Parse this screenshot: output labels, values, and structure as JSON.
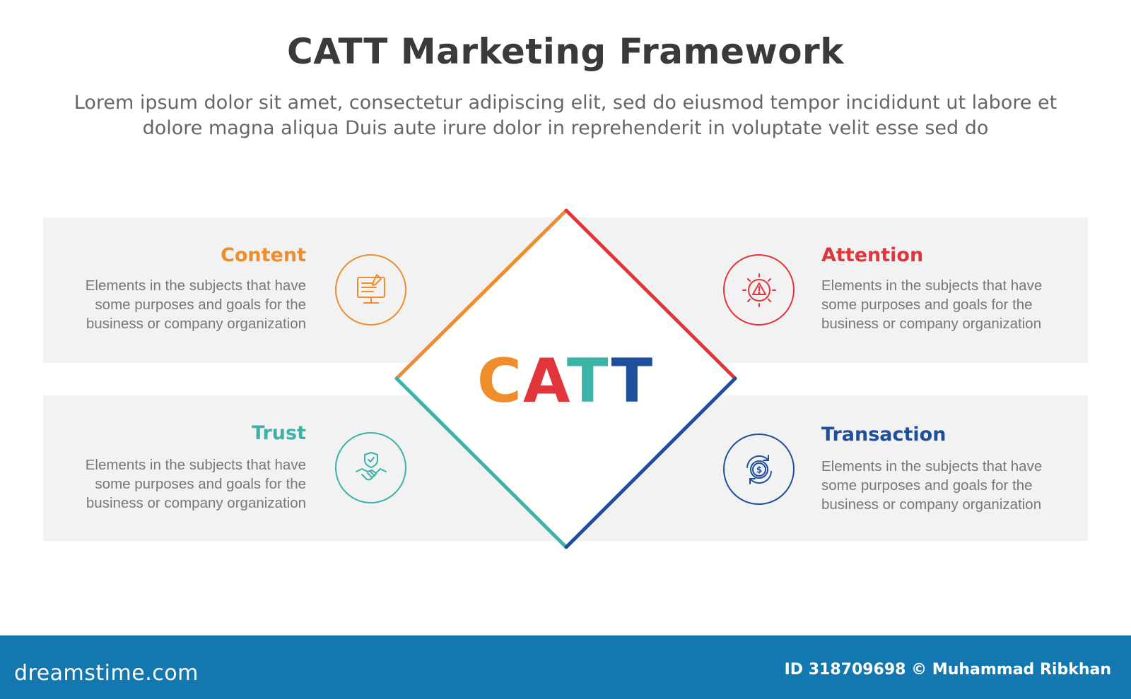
{
  "title": "CATT Marketing Framework",
  "subtitle": "Lorem ipsum dolor sit amet, consectetur adipiscing elit, sed do eiusmod tempor incididunt ut labore et dolore magna aliqua Duis aute irure dolor in reprehenderit in voluptate velit esse sed do",
  "center": {
    "letters": [
      "C",
      "A",
      "T",
      "T"
    ],
    "letter_colors": [
      "#ef8d2c",
      "#e0353a",
      "#3bb3a6",
      "#1f4f9c"
    ]
  },
  "items": [
    {
      "key": "content",
      "title": "Content",
      "description": "Elements in the subjects that have some purposes and goals for the business or company organization",
      "color": "#ef8d2c",
      "icon": "computer-document-icon"
    },
    {
      "key": "attention",
      "title": "Attention",
      "description": "Elements in the subjects that have some purposes and goals for the business or company organization",
      "color": "#e0353a",
      "icon": "warning-alert-icon"
    },
    {
      "key": "trust",
      "title": "Trust",
      "description": "Elements in the subjects that have some purposes and goals for the business or company organization",
      "color": "#3bb3a6",
      "icon": "handshake-shield-icon"
    },
    {
      "key": "transaction",
      "title": "Transaction",
      "description": "Elements in the subjects that have some purposes and goals for the business or company organization",
      "color": "#1f4f9c",
      "icon": "dollar-cycle-icon"
    }
  ],
  "footer": {
    "logo": "dreamstime.com",
    "credit": "ID 318709698 © Muhammad Ribkhan"
  }
}
